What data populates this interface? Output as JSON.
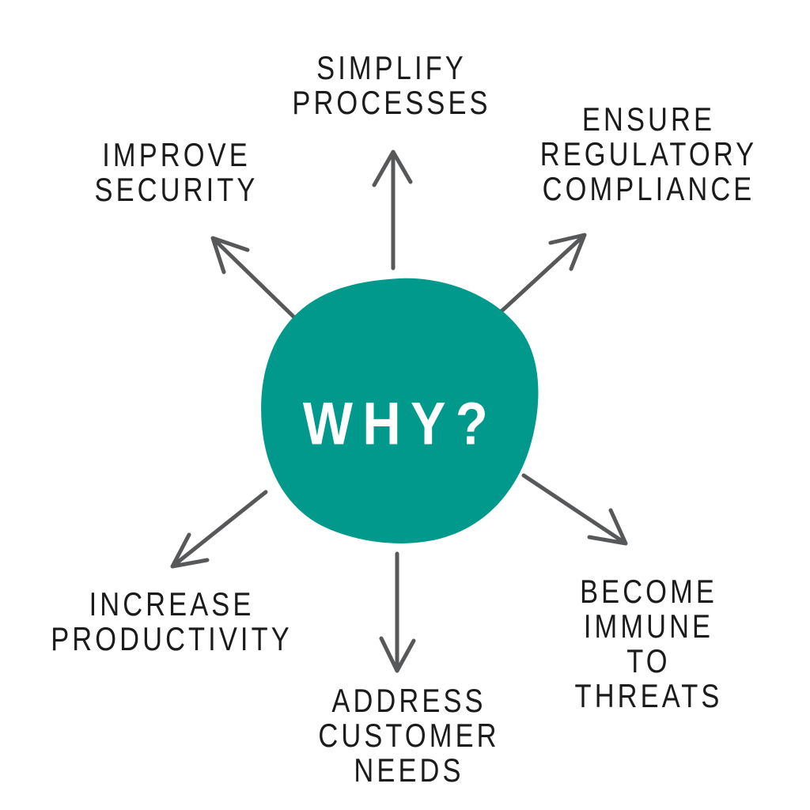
{
  "diagram": {
    "center": {
      "label": "WHY?"
    },
    "nodes": [
      {
        "id": "simplify-processes",
        "label": "SIMPLIFY\nPROCESSES"
      },
      {
        "id": "ensure-regulatory-compliance",
        "label": "ENSURE\nREGULATORY\nCOMPLIANCE"
      },
      {
        "id": "improve-security",
        "label": "IMPROVE\nSECURITY"
      },
      {
        "id": "increase-productivity",
        "label": "INCREASE\nPRODUCTIVITY"
      },
      {
        "id": "address-customer-needs",
        "label": "ADDRESS\nCUSTOMER\nNEEDS"
      },
      {
        "id": "become-immune-to-threats",
        "label": "BECOME\nIMMUNE TO\nTHREATS"
      }
    ],
    "colors": {
      "background": "#ffffff",
      "center_fill": "#00998b",
      "center_text": "#ffffff",
      "arrow": "#57585a",
      "label_text": "#1b1b1b"
    }
  }
}
